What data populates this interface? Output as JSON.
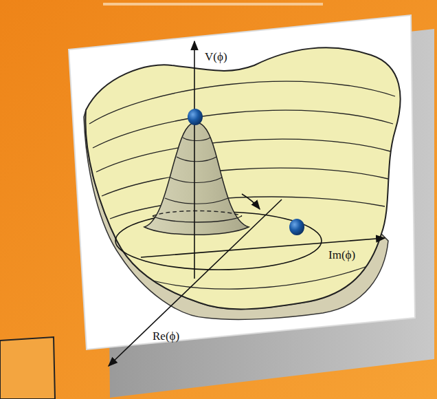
{
  "diagram": {
    "labels": [
      "V(ϕ)",
      "Im(ϕ)",
      "Re(ϕ)"
    ]
  }
}
